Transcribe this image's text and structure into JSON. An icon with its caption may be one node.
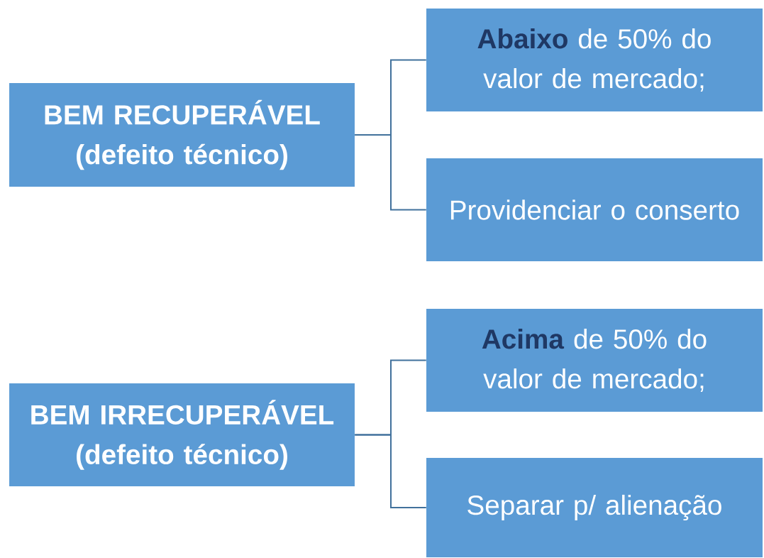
{
  "diagram": {
    "nodes": [
      {
        "text": [
          "BEM RECUPERÁVEL (defeito técnico)"
        ]
      },
      {
        "text": [
          "**Abaixo** de 50% do valor de mercado;"
        ]
      },
      {
        "text": [
          "Providenciar o conserto"
        ]
      },
      {
        "text": [
          "BEM IRRECUPERÁVEL (defeito técnico)"
        ]
      },
      {
        "text": [
          "**Acima** de 50% do valor de mercado;"
        ]
      },
      {
        "text": [
          "Separar p/ alienação"
        ]
      }
    ],
    "edges": [
      {
        "from": 0,
        "to": 1,
        "arrow": "none"
      },
      {
        "from": 0,
        "to": 2,
        "arrow": "none"
      },
      {
        "from": 3,
        "to": 4,
        "arrow": "none"
      },
      {
        "from": 3,
        "to": 5,
        "arrow": "none"
      }
    ]
  }
}
